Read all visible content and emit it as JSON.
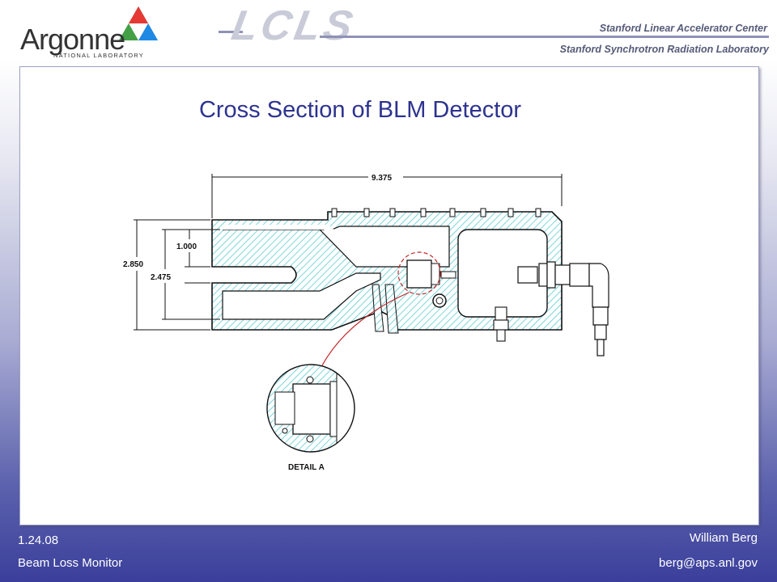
{
  "header": {
    "argonne_name": "Argonne",
    "argonne_subtitle": "NATIONAL LABORATORY",
    "lcls_logo_text": "LCLS",
    "slac_line1": "Stanford Linear Accelerator Center",
    "slac_line2": "Stanford Synchrotron Radiation Laboratory"
  },
  "slide": {
    "title": "Cross Section of BLM Detector"
  },
  "drawing": {
    "dim_length": "9.375",
    "dim_height_outer": "2.850",
    "dim_height_inner": "2.475",
    "dim_slot": "1.000",
    "detail_label": "DETAIL A"
  },
  "footer": {
    "date": "1.24.08",
    "topic": "Beam Loss Monitor",
    "author": "William Berg",
    "email": "berg@aps.anl.gov"
  },
  "colors": {
    "title": "#2d3390",
    "hatch": "#5ccbd2",
    "detail_circle": "#c0282a",
    "footer_bg": "#3b3f9b"
  }
}
